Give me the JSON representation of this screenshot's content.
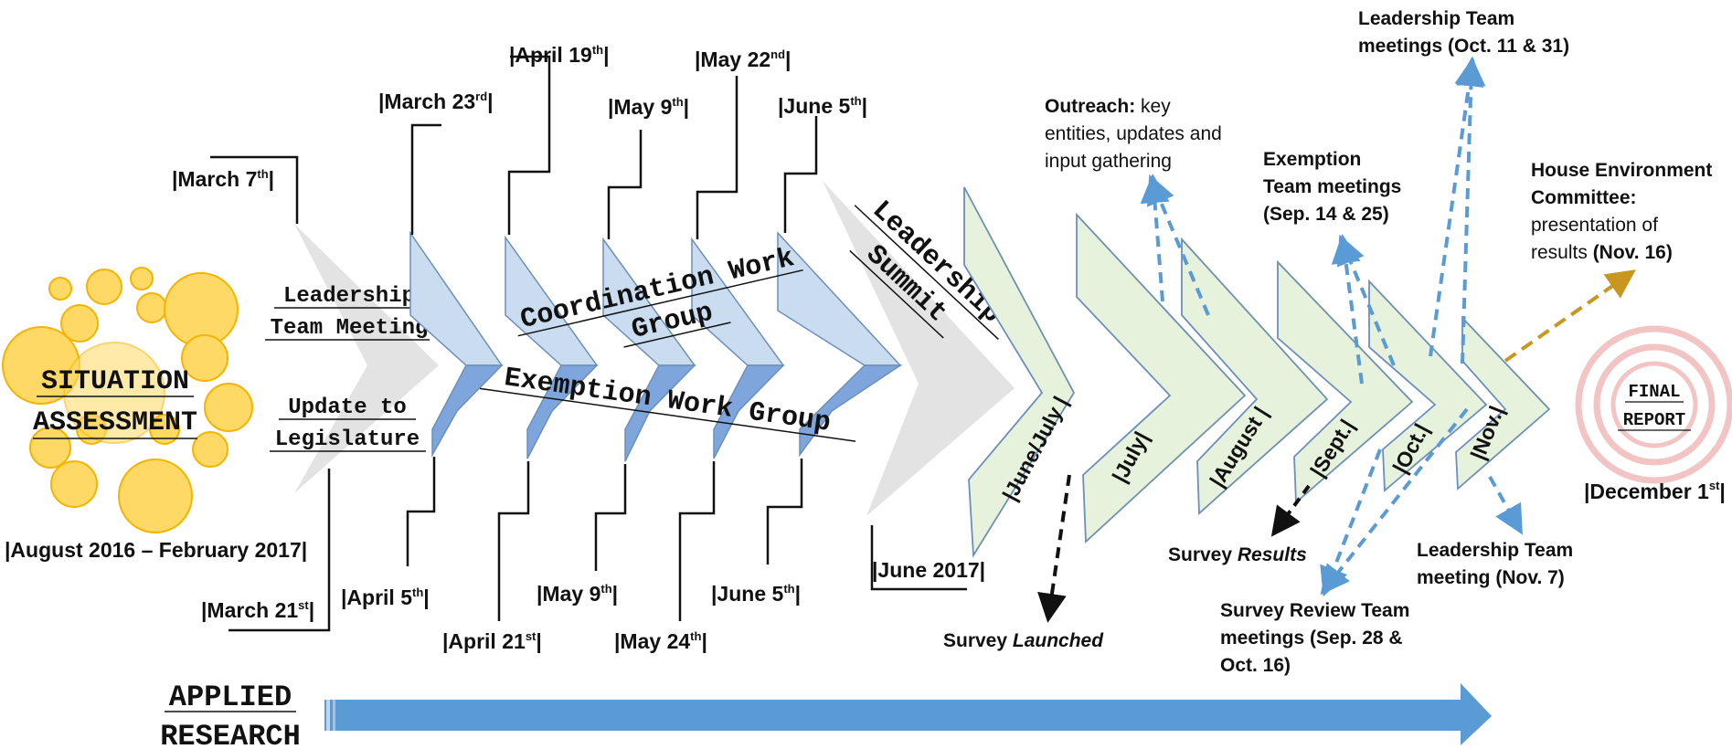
{
  "left": {
    "title_line1": "SITUATION",
    "title_line2": "ASSESSMENT",
    "date_range": "|August 2016 – February  2017|"
  },
  "phase1": {
    "leadership_line1": "Leadership",
    "leadership_line2": "Team Meeting",
    "update_line1": "Update to",
    "update_line2": "Legislature",
    "date_top": "|March 7",
    "date_top_sup": "th",
    "date_bottom": "|March 21",
    "date_bottom_sup": "st"
  },
  "work_groups": {
    "coordination_line1": "Coordination Work",
    "coordination_line2": "Group",
    "exemption": "Exemption Work Group",
    "top_dates": [
      {
        "text": "|March 23",
        "sup": "rd"
      },
      {
        "text": "|April 19",
        "sup": "th"
      },
      {
        "text": "|May 9",
        "sup": "th"
      },
      {
        "text": "|May 22",
        "sup": "nd"
      },
      {
        "text": "|June 5",
        "sup": "th"
      }
    ],
    "bottom_dates": [
      {
        "text": "|April 5",
        "sup": "th"
      },
      {
        "text": "|April 21",
        "sup": "st"
      },
      {
        "text": "|May 9",
        "sup": "th"
      },
      {
        "text": "|May 24",
        "sup": "th"
      },
      {
        "text": "|June 5",
        "sup": "th"
      }
    ]
  },
  "summit": {
    "line1": "Leadership",
    "line2": "Summit",
    "date": "|June 2017|"
  },
  "months": [
    "|June/July |",
    "|July|",
    "|August |",
    "|Sept.|",
    "|Oct.|",
    "|Nov.|"
  ],
  "annotations": {
    "outreach_bold": "Outreach:",
    "outreach_rest1": " key",
    "outreach_line2": "entities, updates and",
    "outreach_line3": "input gathering",
    "exemption_line1": "Exemption",
    "exemption_line2": "Team meetings",
    "exemption_line3": "(Sep. 14 & 25)",
    "lt_oct_line1": "Leadership Team",
    "lt_oct_line2": "meetings (Oct. 11 & 31)",
    "house_line1": "House Environment",
    "house_line2": "Committee:",
    "house_line3": "presentation of",
    "house_line4_plain": "results ",
    "house_line4_bold": "(Nov. 16)",
    "survey_launched_plain": "Survey ",
    "survey_launched_italic": "Launched",
    "survey_results_plain": "Survey ",
    "survey_results_italic": "Results",
    "survey_review_line1": "Survey  Review Team",
    "survey_review_line2": "meetings (Sep. 28 &",
    "survey_review_line3": "Oct. 16)",
    "lt_nov_line1": "Leadership Team",
    "lt_nov_line2": "meeting (Nov. 7)"
  },
  "final": {
    "line1": "FINAL",
    "line2": "REPORT",
    "date": "|December 1",
    "date_sup": "st",
    "date_end": "|"
  },
  "applied": {
    "line1": "APPLIED",
    "line2": "RESEARCH"
  },
  "colors": {
    "bubble_fill": "#ffd966",
    "bubble_stroke": "#f5b400",
    "chevron_light_blue": "#c9dcf0",
    "chevron_dark_blue": "#7ea6dc",
    "chevron_green": "#e6f2dc",
    "chevron_outline": "#6d8fb8",
    "gray_chevron": "#e3e3e3",
    "arrow_blue": "#5b9bd5",
    "arrow_gold": "#c9971e",
    "final_ring": "#f2c4c4"
  }
}
